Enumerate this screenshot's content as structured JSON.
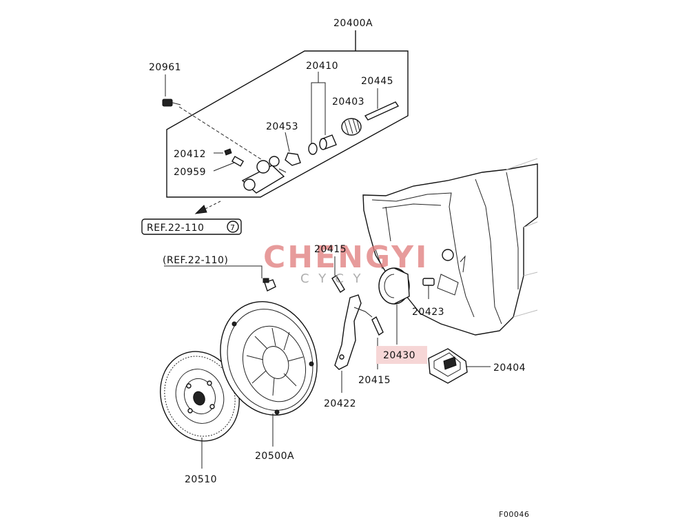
{
  "labels": {
    "p20400a": "20400A",
    "p20961": "20961",
    "p20410": "20410",
    "p20445": "20445",
    "p20403": "20403",
    "p20453": "20453",
    "p20412": "20412",
    "p20959": "20959",
    "ref1_text": "REF.22-110",
    "ref1_circle": "7",
    "ref2": "(REF.22-110)",
    "p20415a": "20415",
    "p20423": "20423",
    "p20430": "20430",
    "p20415b": "20415",
    "p20404": "20404",
    "p20422": "20422",
    "p20500a": "20500A",
    "p20510": "20510",
    "diagram_id": "F00046"
  },
  "watermark": {
    "main": "CHENGYI",
    "sub": "CYCY",
    "color": "#e07a7a"
  },
  "highlight_color": "#f6d6d6"
}
